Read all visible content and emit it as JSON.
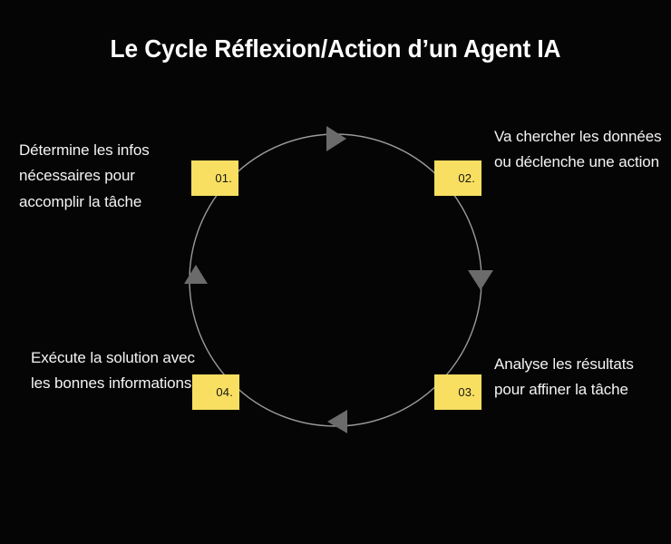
{
  "page": {
    "title": "Le Cycle Réflexion/Action d’un Agent IA",
    "background_color": "#050505",
    "text_color": "#f4f4f4",
    "accent_color": "#F8DF62",
    "circle_stroke_color": "#9a9a9a",
    "arrow_color": "#6b6b6b"
  },
  "cycle": {
    "direction": "clockwise",
    "steps": [
      {
        "number": "01.",
        "description": "Détermine les infos nécessaires pour accomplir la tâche",
        "position": "top-left"
      },
      {
        "number": "02.",
        "description": "Va chercher les données ou déclenche une action",
        "position": "top-right"
      },
      {
        "number": "03.",
        "description": "Analyse les résultats pour affiner la tâche",
        "position": "bottom-right"
      },
      {
        "number": "04.",
        "description": "Exécute la solution avec les bonnes informations",
        "position": "bottom-left"
      }
    ],
    "arrows": [
      {
        "name": "arrow-top",
        "direction": "right"
      },
      {
        "name": "arrow-right",
        "direction": "down"
      },
      {
        "name": "arrow-bottom",
        "direction": "left"
      },
      {
        "name": "arrow-left",
        "direction": "up"
      }
    ]
  }
}
